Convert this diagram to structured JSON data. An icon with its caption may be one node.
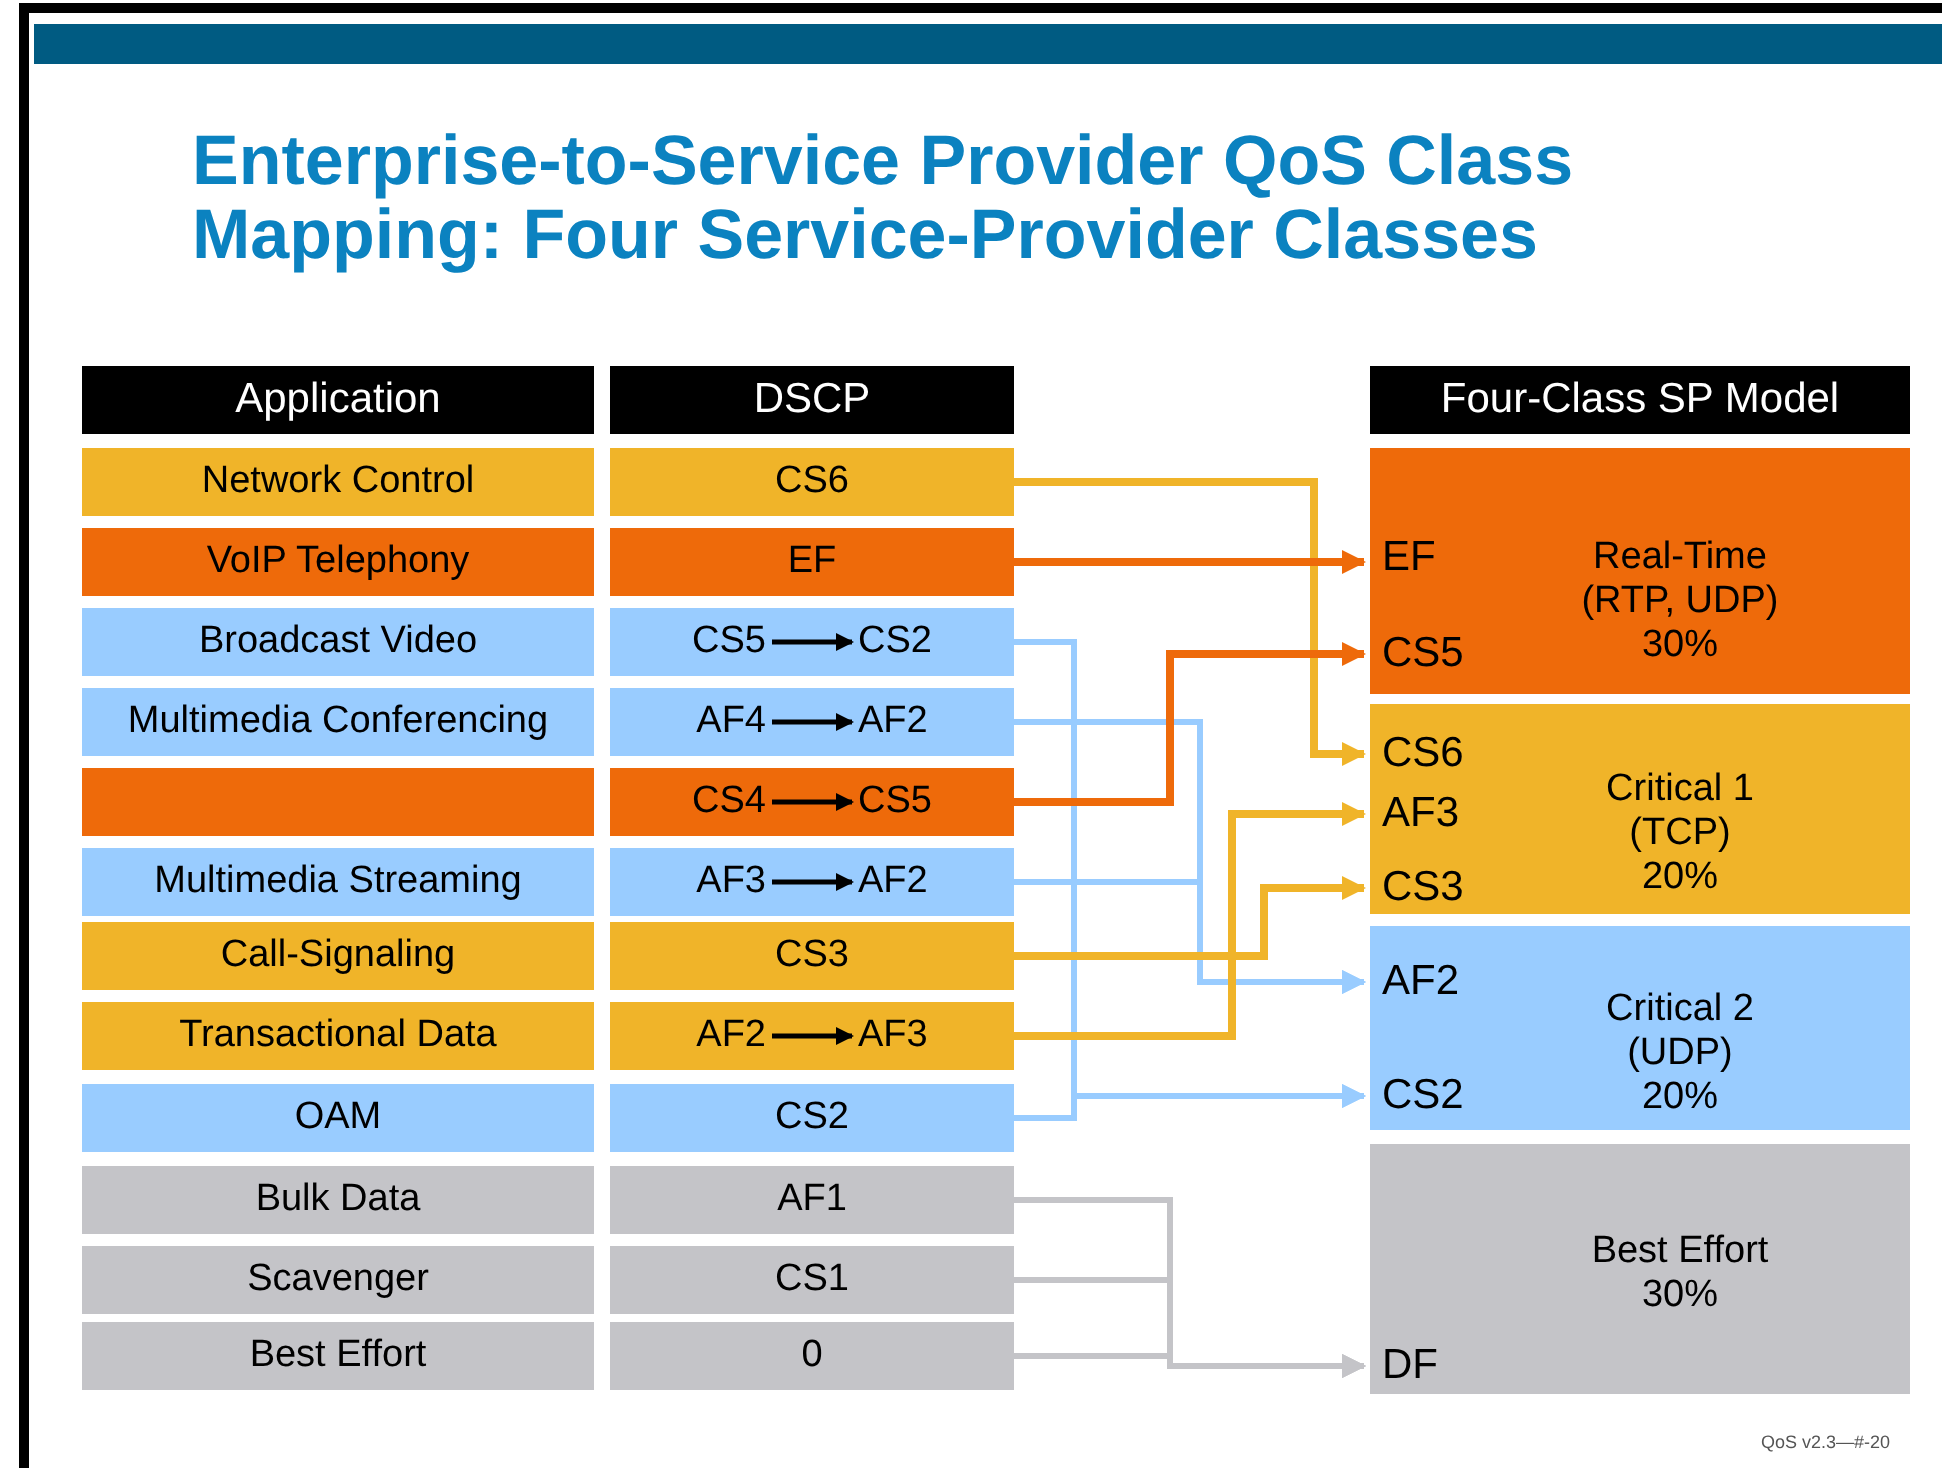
{
  "diagram": {
    "title": "Enterprise-to-Service Provider QoS Class Mapping: Four Service-Provider Classes",
    "nodes": [
      {
        "text": [
          "Application"
        ]
      },
      {
        "text": [
          "DSCP"
        ]
      },
      {
        "text": [
          "Four-Class SP Model"
        ]
      },
      {
        "text": [
          "Network Control"
        ]
      },
      {
        "text": [
          "VoIP Telephony"
        ]
      },
      {
        "text": [
          "Broadcast Video"
        ]
      },
      {
        "text": [
          "Multimedia Conferencing"
        ]
      },
      {
        "text": [],
        "shape": "box"
      },
      {
        "text": [
          "Multimedia Streaming"
        ]
      },
      {
        "text": [
          "Call-Signaling"
        ]
      },
      {
        "text": [
          "Transactional Data"
        ]
      },
      {
        "text": [
          "OAM"
        ]
      },
      {
        "text": [
          "Bulk Data"
        ]
      },
      {
        "text": [
          "Scavenger"
        ]
      },
      {
        "text": [
          "Best Effort"
        ]
      },
      {
        "text": [
          "CS6"
        ]
      },
      {
        "text": [
          "EF"
        ]
      },
      {
        "text": [],
        "shape": "box"
      },
      {
        "text": [],
        "shape": "box"
      },
      {
        "text": [],
        "shape": "box"
      },
      {
        "text": [],
        "shape": "box"
      },
      {
        "text": [
          "CS3"
        ]
      },
      {
        "text": [],
        "shape": "box"
      },
      {
        "text": [
          "CS2"
        ]
      },
      {
        "text": [
          "AF1"
        ]
      },
      {
        "text": [
          "CS1"
        ]
      },
      {
        "text": [
          "0"
        ]
      },
      {
        "text": [
          "Real-Time (RTP, UDP)",
          "30%"
        ]
      },
      {
        "text": [
          "EF"
        ],
        "in": 27
      },
      {
        "text": [
          "CS5"
        ],
        "in": 27
      },
      {
        "text": [
          "Critical 1 (TCP)",
          "20%"
        ]
      },
      {
        "text": [
          "CS6"
        ],
        "in": 30
      },
      {
        "text": [
          "AF3"
        ],
        "in": 30
      },
      {
        "text": [
          "CS3"
        ],
        "in": 30
      },
      {
        "text": [
          "Critical 2 (UDP)",
          "20%"
        ]
      },
      {
        "text": [
          "AF2"
        ],
        "in": 34
      },
      {
        "text": [
          "CS2"
        ],
        "in": 34
      },
      {
        "text": [
          "Best Effort",
          "30%"
        ]
      },
      {
        "text": [
          "DF"
        ],
        "in": 37
      },
      {
        "text": [
          "CS5"
        ],
        "in": 17
      },
      {
        "text": [
          "CS2"
        ],
        "in": 17
      },
      {
        "text": [
          "AF4"
        ],
        "in": 18
      },
      {
        "text": [
          "AF2"
        ],
        "in": 18
      },
      {
        "text": [
          "CS4"
        ],
        "in": 19
      },
      {
        "text": [
          "CS5"
        ],
        "in": 19
      },
      {
        "text": [
          "AF3"
        ],
        "in": 20
      },
      {
        "text": [
          "AF2"
        ],
        "in": 20
      },
      {
        "text": [
          "AF2"
        ],
        "in": 22
      },
      {
        "text": [
          "AF3"
        ],
        "in": 22
      }
    ],
    "edges": [
      {
        "from": 15,
        "to": 31,
        "arrow": "to",
        "color": "#f0b429"
      },
      {
        "from": 16,
        "to": 28,
        "arrow": "to",
        "color": "#ee6a0a"
      },
      {
        "from": 17,
        "to": 36,
        "arrow": "to",
        "color": "#99ccff"
      },
      {
        "from": 18,
        "to": 35,
        "arrow": "to",
        "color": "#99ccff"
      },
      {
        "from": 19,
        "to": 29,
        "arrow": "to",
        "color": "#ee6a0a"
      },
      {
        "from": 20,
        "to": 35,
        "arrow": "to",
        "color": "#99ccff"
      },
      {
        "from": 21,
        "to": 33,
        "arrow": "to",
        "color": "#f0b429"
      },
      {
        "from": 22,
        "to": 32,
        "arrow": "to",
        "color": "#f0b429"
      },
      {
        "from": 23,
        "to": 36,
        "arrow": "to",
        "color": "#99ccff"
      },
      {
        "from": 24,
        "to": 38,
        "arrow": "to",
        "color": "#c4c4c8"
      },
      {
        "from": 25,
        "to": 38,
        "arrow": "to",
        "color": "#c4c4c8"
      },
      {
        "from": 26,
        "to": 38,
        "arrow": "to",
        "color": "#c4c4c8"
      },
      {
        "from": 39,
        "to": 40,
        "arrow": "to",
        "color": "#000000"
      },
      {
        "from": 41,
        "to": 42,
        "arrow": "to",
        "color": "#000000"
      },
      {
        "from": 43,
        "to": 44,
        "arrow": "to",
        "color": "#000000"
      },
      {
        "from": 45,
        "to": 46,
        "arrow": "to",
        "color": "#000000"
      },
      {
        "from": 47,
        "to": 48,
        "arrow": "to",
        "color": "#000000"
      }
    ],
    "labels": [
      "QoS v2.3—#-20"
    ]
  }
}
